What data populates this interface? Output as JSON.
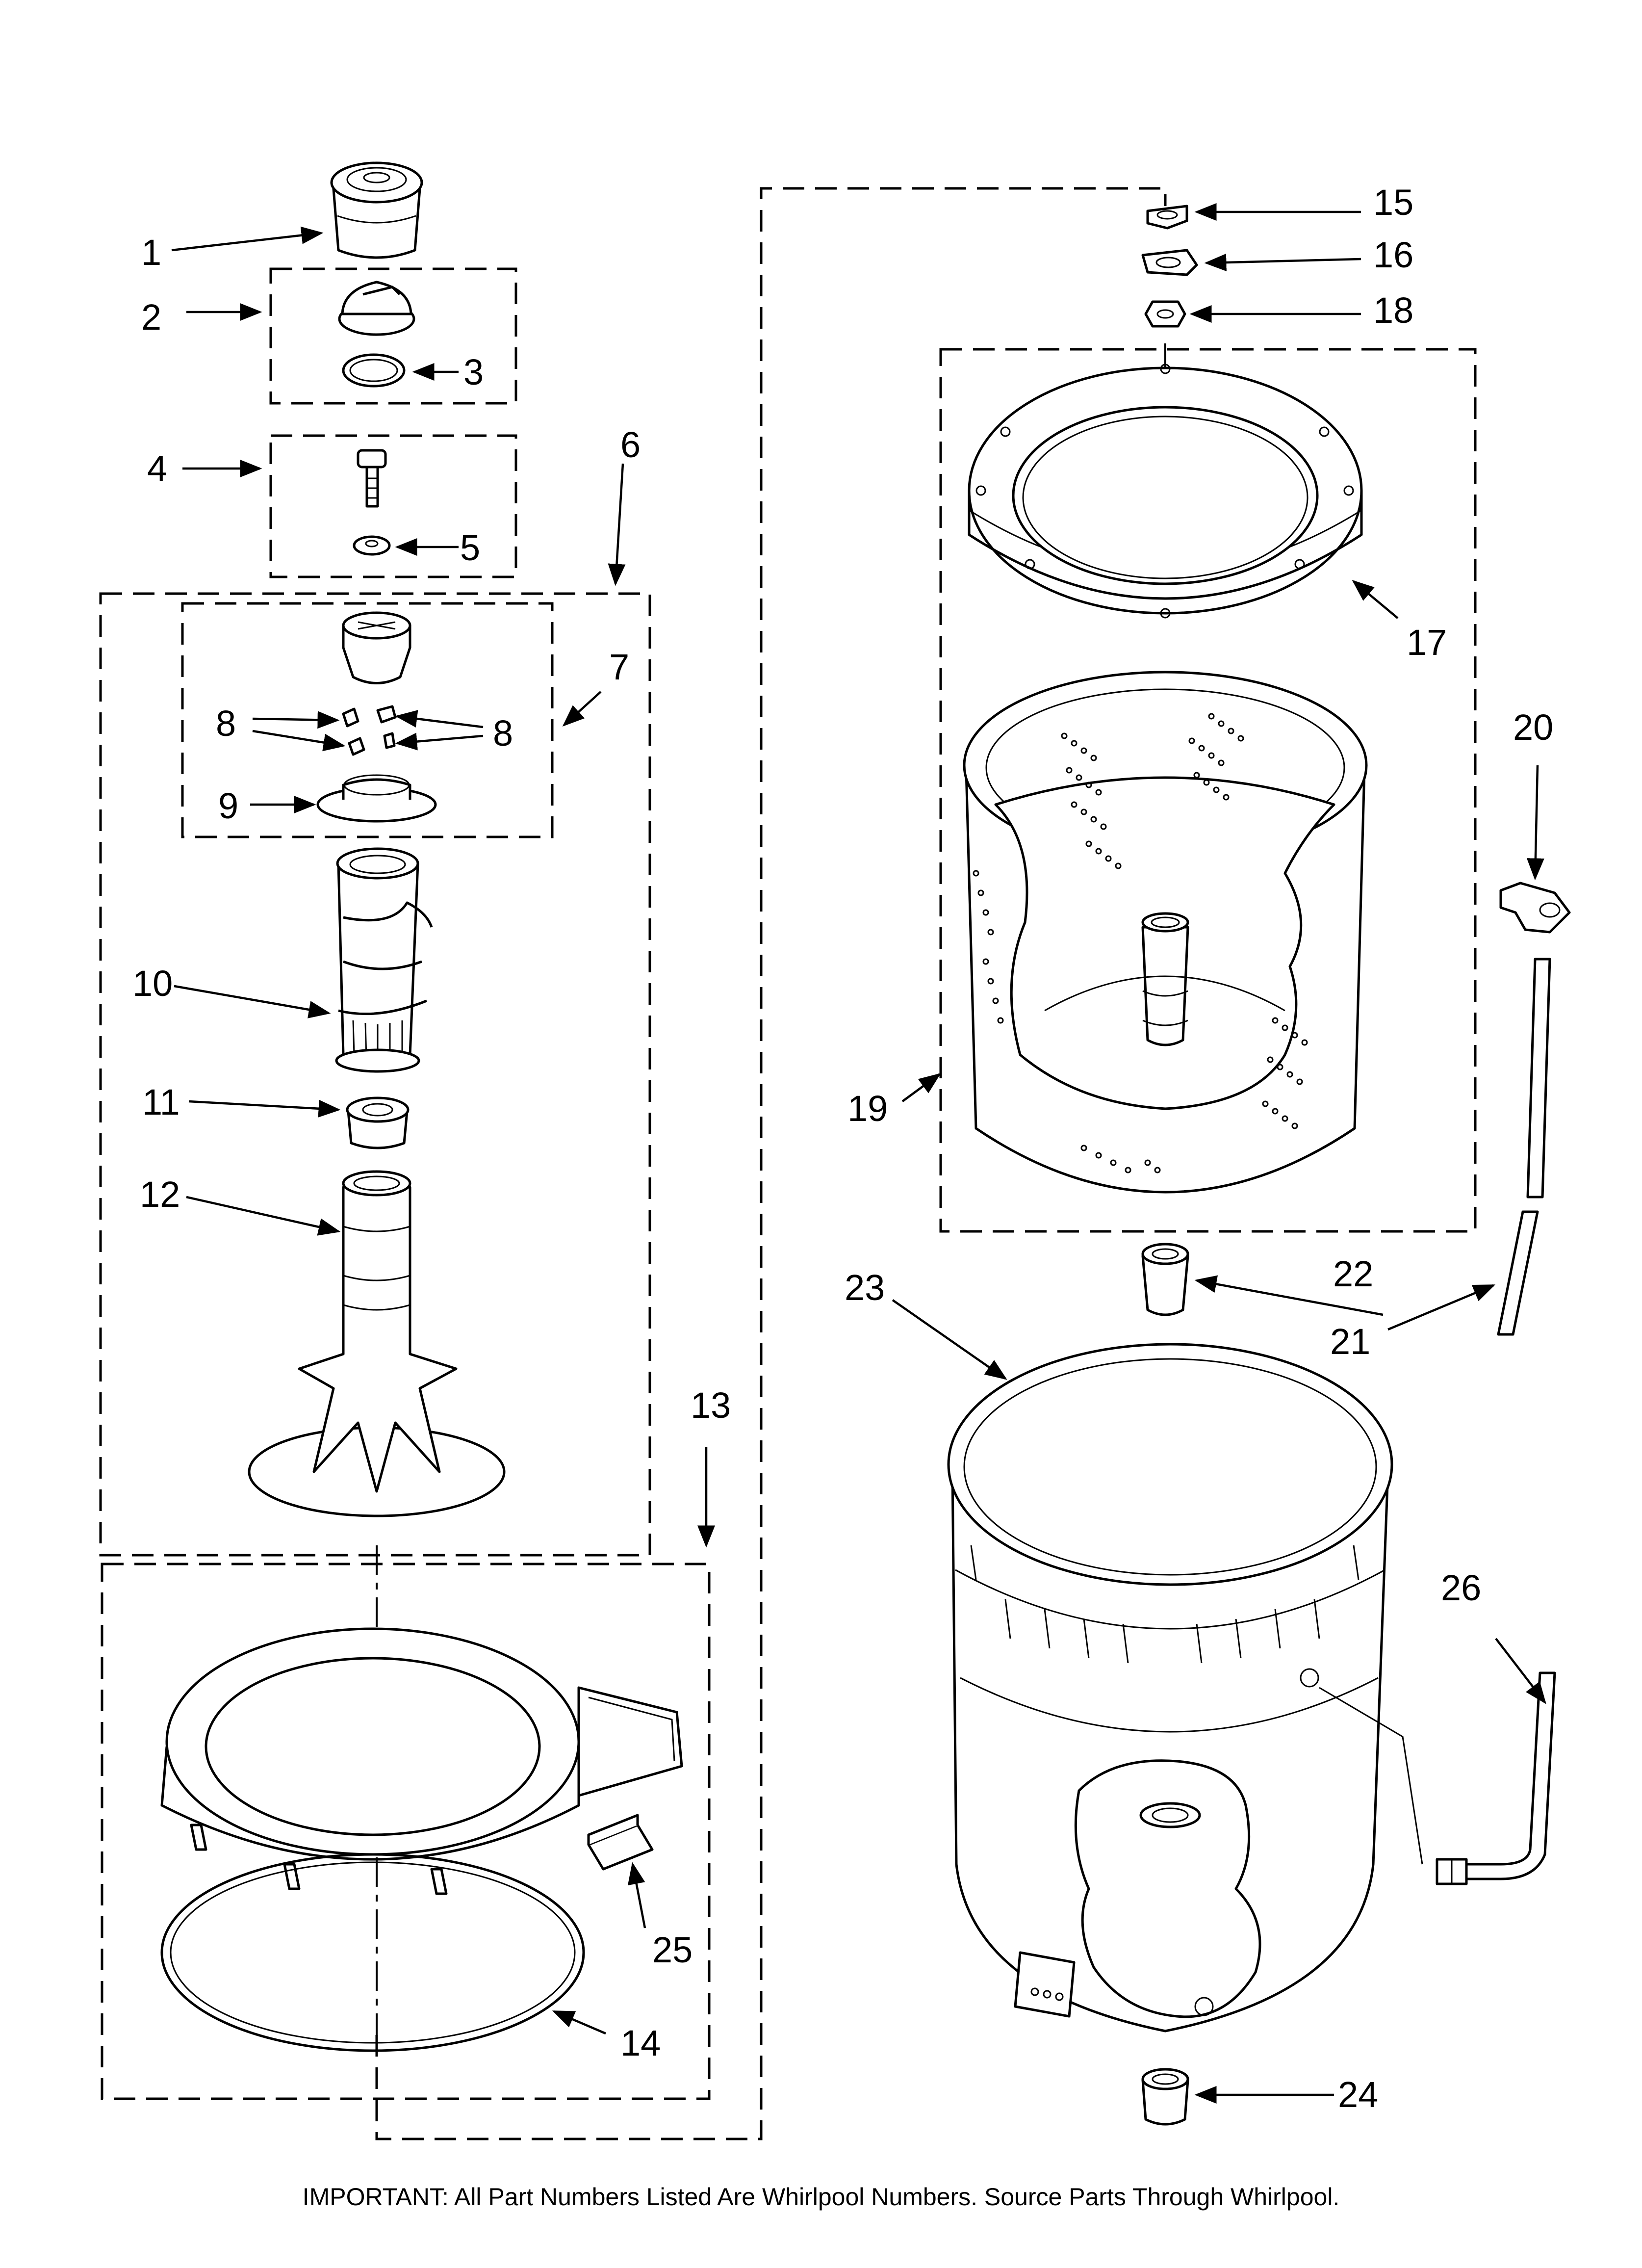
{
  "callouts": {
    "c1": "1",
    "c2": "2",
    "c3": "3",
    "c4": "4",
    "c5": "5",
    "c6": "6",
    "c7": "7",
    "c8a": "8",
    "c8b": "8",
    "c9": "9",
    "c10": "10",
    "c11": "11",
    "c12": "12",
    "c13": "13",
    "c14": "14",
    "c15": "15",
    "c16": "16",
    "c17": "17",
    "c18": "18",
    "c19": "19",
    "c20": "20",
    "c21": "21",
    "c22": "22",
    "c23": "23",
    "c24": "24",
    "c25": "25",
    "c26": "26"
  },
  "footer": {
    "note": "IMPORTANT: All Part Numbers Listed Are Whirlpool Numbers. Source Parts Through Whirlpool."
  }
}
